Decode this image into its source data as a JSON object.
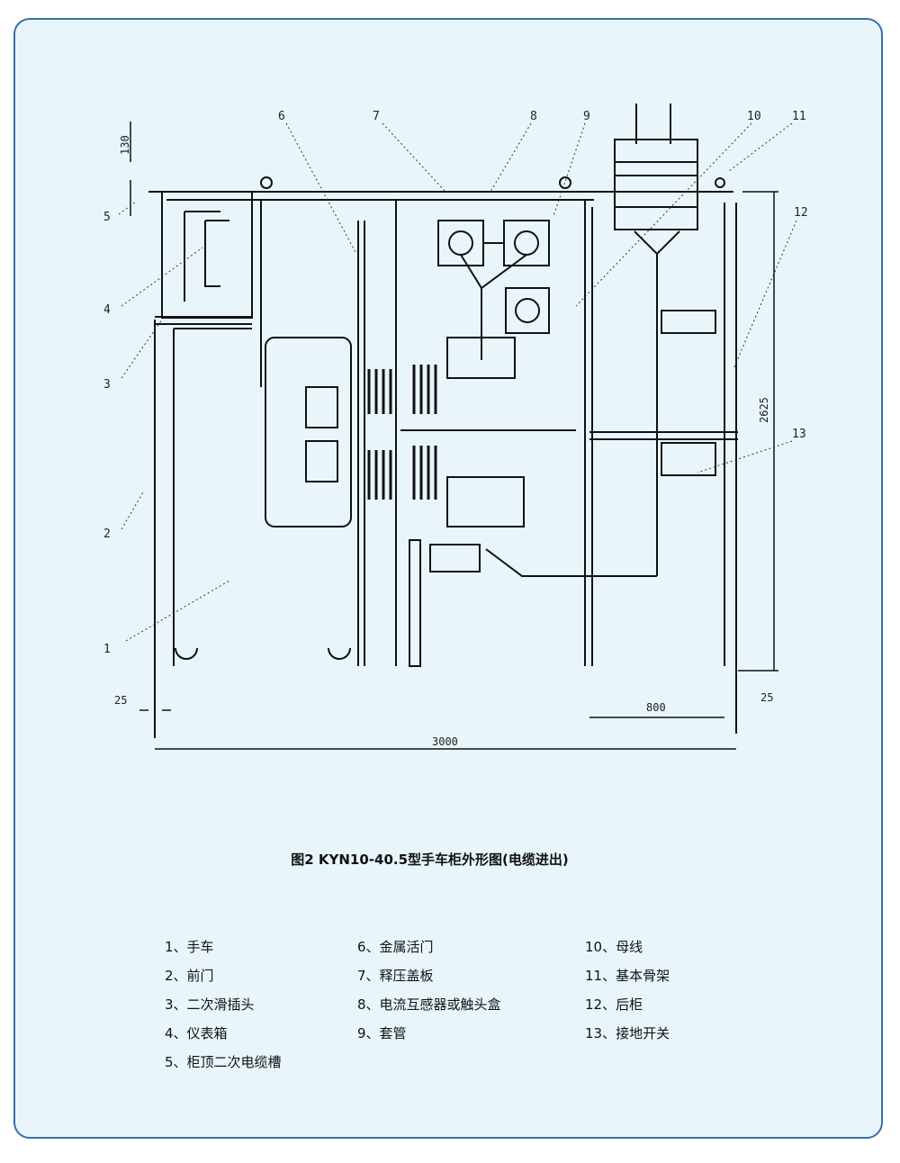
{
  "callouts": [
    "1",
    "2",
    "3",
    "4",
    "5",
    "6",
    "7",
    "8",
    "9",
    "10",
    "11",
    "12",
    "13"
  ],
  "dimensions": {
    "top_height": "130",
    "height": "2625",
    "left_gap": "25",
    "rear_depth": "800",
    "total_depth": "3000",
    "right_gap": "25"
  },
  "caption": "图2 KYN10-40.5型手车柜外形图(电缆进出)",
  "legend": [
    "1、手车",
    "2、前门",
    "3、二次滑插头",
    "4、仪表箱",
    "5、柜顶二次电缆槽",
    "6、金属活门",
    "7、释压盖板",
    "8、电流互感器或触头盒",
    "9、套管",
    "10、母线",
    "11、基本骨架",
    "12、后柜",
    "13、接地开关"
  ],
  "colors": {
    "frame": "#3a6ea8",
    "background": "#e8f6fb",
    "line": "#111111"
  }
}
